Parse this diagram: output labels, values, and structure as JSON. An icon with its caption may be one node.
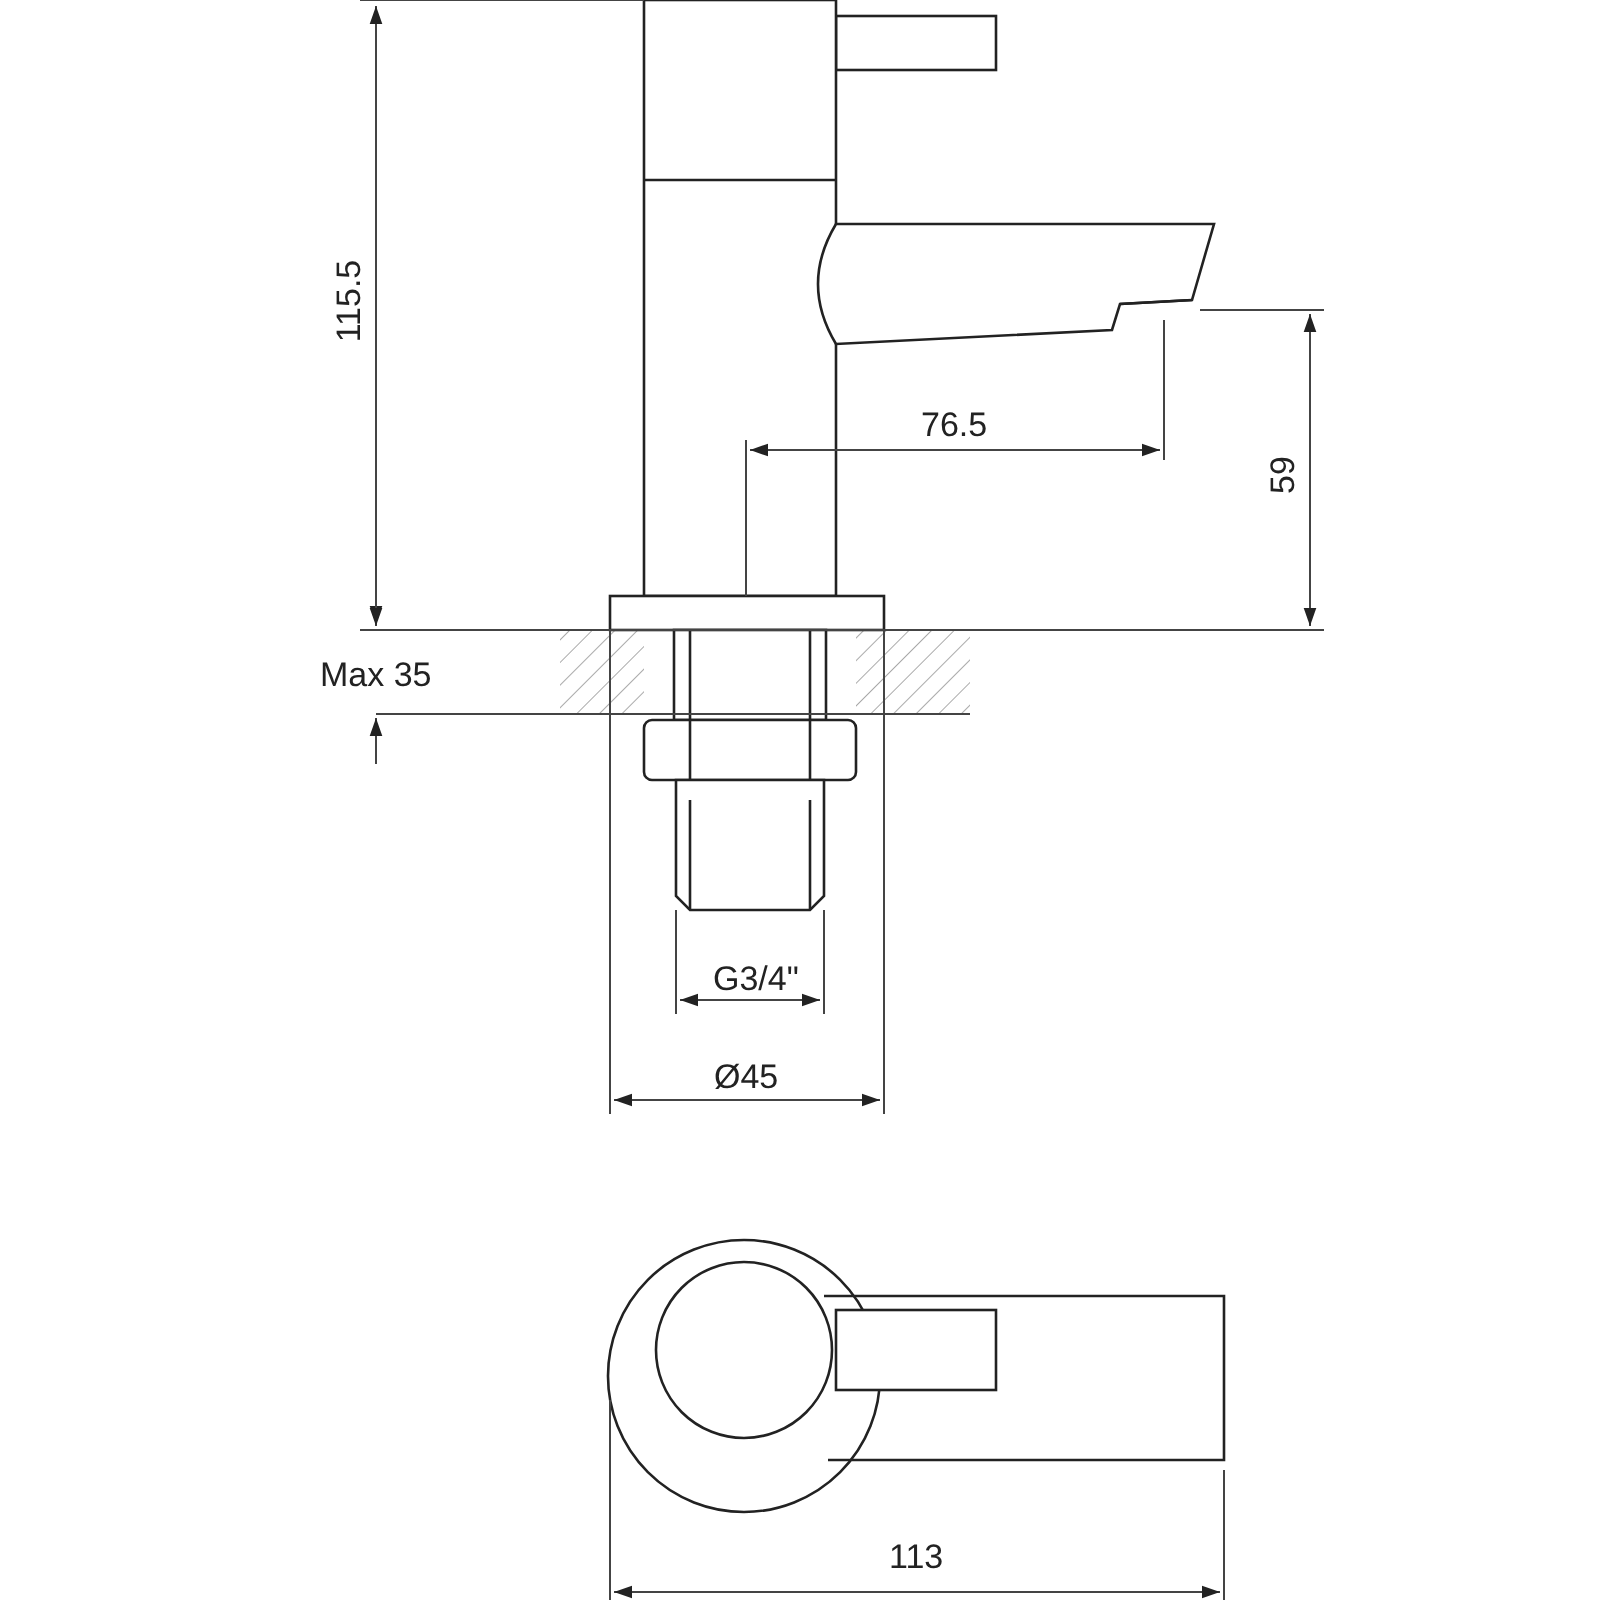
{
  "diagram": {
    "labels": [
      "115.5",
      "76.5",
      "59",
      "Max 35",
      "G3/4\"",
      "Ø45",
      "113"
    ]
  }
}
